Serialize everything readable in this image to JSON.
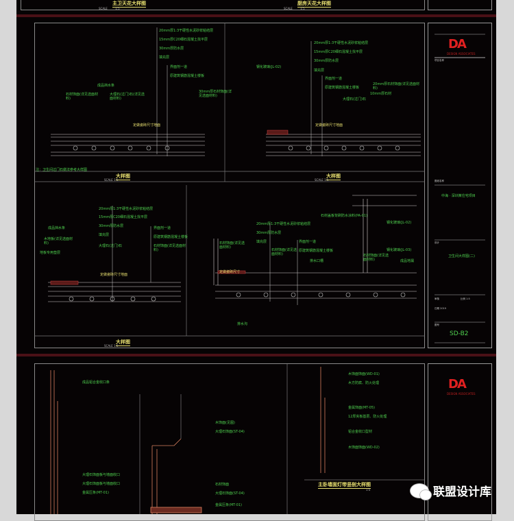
{
  "sheet1": {
    "title_left": "主卫天花大样图",
    "title_right": "厨房天花大样图",
    "scale_label": "SCALE",
    "scale_value": "1:5"
  },
  "sheet2": {
    "detail_a": {
      "notes": [
        "20mm厚1:3干硬性水泥砂浆粘结层",
        "15mm厚C20细石混凝土找平层",
        "30mm厚防水层",
        "填充层",
        "界面剂一道",
        "原建筑钢筋混凝土楼板",
        "成品挡水条",
        "石材饰面(详见选面材料)",
        "大理石(过门)石(详见选面材料)",
        "30mm厚石材饰面(详见选面材料)"
      ],
      "dim": "定做瓷砖尺寸地面"
    },
    "detail_b": {
      "notes": [
        "20mm厚1:3干硬性水泥砂浆粘结层",
        "15mm厚C20细石混凝土找平层",
        "30mm厚防水层",
        "填充层",
        "界面剂一道",
        "原建筑钢筋混凝土楼板",
        "钢化玻璃(JL-02)",
        "20mm厚石材饰面(详见选面材料)",
        "大理石(过门)石",
        "10mm厚石材"
      ],
      "dim": "定做瓷砖尺寸地面"
    },
    "note": "注：卫生间过门石做法参考大样图",
    "title_top_left": "大样图",
    "title_top_right": "大样图",
    "detail_c": {
      "notes": [
        "20mm厚1:3干硬性水泥砂浆粘结层",
        "15mm厚C20细石混凝土找平层",
        "30mm厚防水层",
        "填充层",
        "界面剂一道",
        "原建筑钢筋混凝土楼板",
        "成品挡水条",
        "木地板(详见选面材料)",
        "大理石(过门)石",
        "石材饰面(详见选面材料)",
        "地板专用垫层"
      ],
      "dim": "定做瓷砖尺寸地面"
    },
    "detail_d": {
      "notes": [
        "石材盖板背刷防水涂料(PA-01)",
        "20mm厚1:3干硬性水泥砂浆粘结层",
        "30mm厚防水层",
        "填充层",
        "石材饰面(详见选面材料)",
        "界面剂一道",
        "原建筑钢筋混凝土楼板",
        "石材饰面(详见选面材料)",
        "排水口槽",
        "钢化玻璃(JL-02)",
        "钢化玻璃(JL-03)",
        "成品地漏",
        "排水沟",
        "石材饰面(详见选面材料)"
      ],
      "dim": "定做瓷砖尺寸"
    },
    "title_bottom": "大样图",
    "scale_label": "SCALE",
    "scale_value": "1:5",
    "titleblock": {
      "logo": "DA",
      "logo_sub": "DESIGN ASSOCIATES",
      "project": "中海 · 深圳某住宅项目",
      "drawing_name": "卫生间大样图(二)",
      "sheet_no": "SD-B2",
      "fields": [
        "项目名称",
        "图纸名称",
        "设计",
        "审核",
        "比例 1:5",
        "日期 2019",
        "图号"
      ]
    }
  },
  "sheet3": {
    "notes_left": [
      "成品铝合金收口条",
      "大理石饰面板与墙面收口",
      "大理石饰面板与墙面收口",
      "金属压条(MT-01)"
    ],
    "notes_mid": [
      "木饰面(见图)",
      "大理石饰面(ST-04)",
      "石材饰面",
      "大理石饰面(ST-04)",
      "金属压条(MT-01)"
    ],
    "notes_right": [
      "木饰面饰面(WD-01)",
      "木方防腐、防火处理",
      "金属饰面(MT-05)",
      "12厚夹板基层、防火处理",
      "铝合金收口型材",
      "木饰面饰面(WD-02)"
    ],
    "title": "主卧墙面灯带竖剖大样图",
    "scale_value": "1:5",
    "titleblock": {
      "logo": "DA",
      "logo_sub": "DESIGN ASSOCIATES"
    }
  },
  "watermark": "联盟设计库"
}
